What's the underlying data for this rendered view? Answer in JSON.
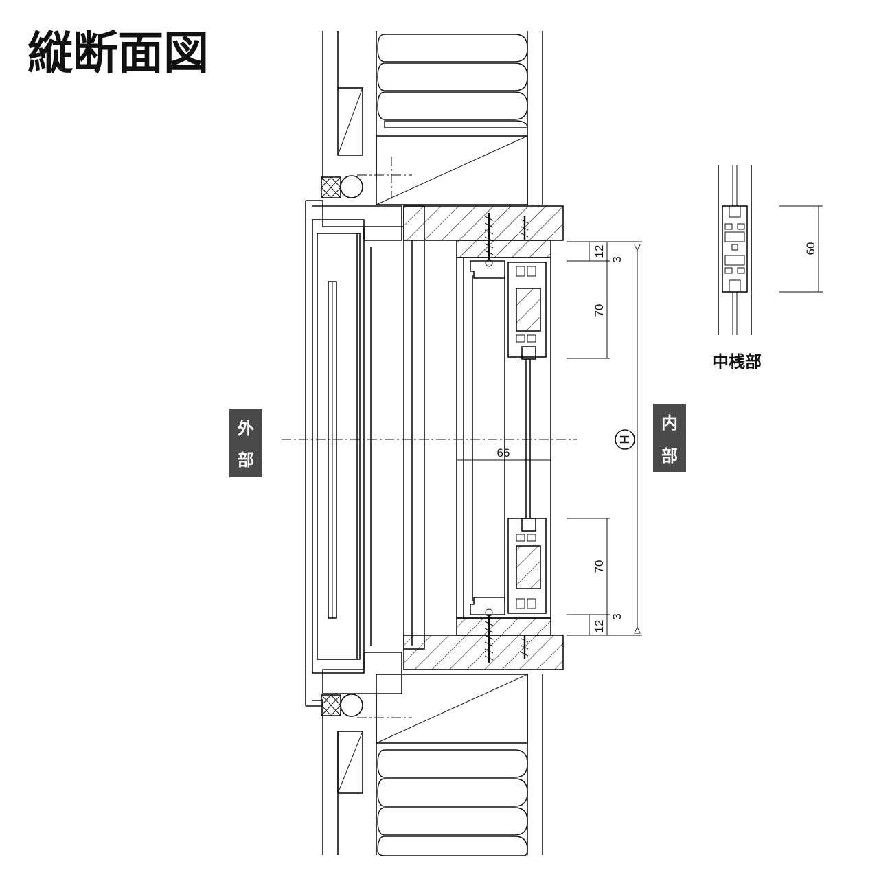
{
  "title": "縦断面図",
  "labels": {
    "exterior": [
      "外",
      "部"
    ],
    "interior": [
      "内",
      "部"
    ],
    "mullion_caption": "中桟部"
  },
  "dimensions": {
    "top_12": "12",
    "top_3": "3",
    "top_70": "70",
    "width_66": "66",
    "bottom_70": "70",
    "bottom_3": "3",
    "bottom_12": "12",
    "height_symbol": "H",
    "mullion_60": "60"
  },
  "colors": {
    "label_bg": "#4a4a4a",
    "line": "#111111"
  }
}
